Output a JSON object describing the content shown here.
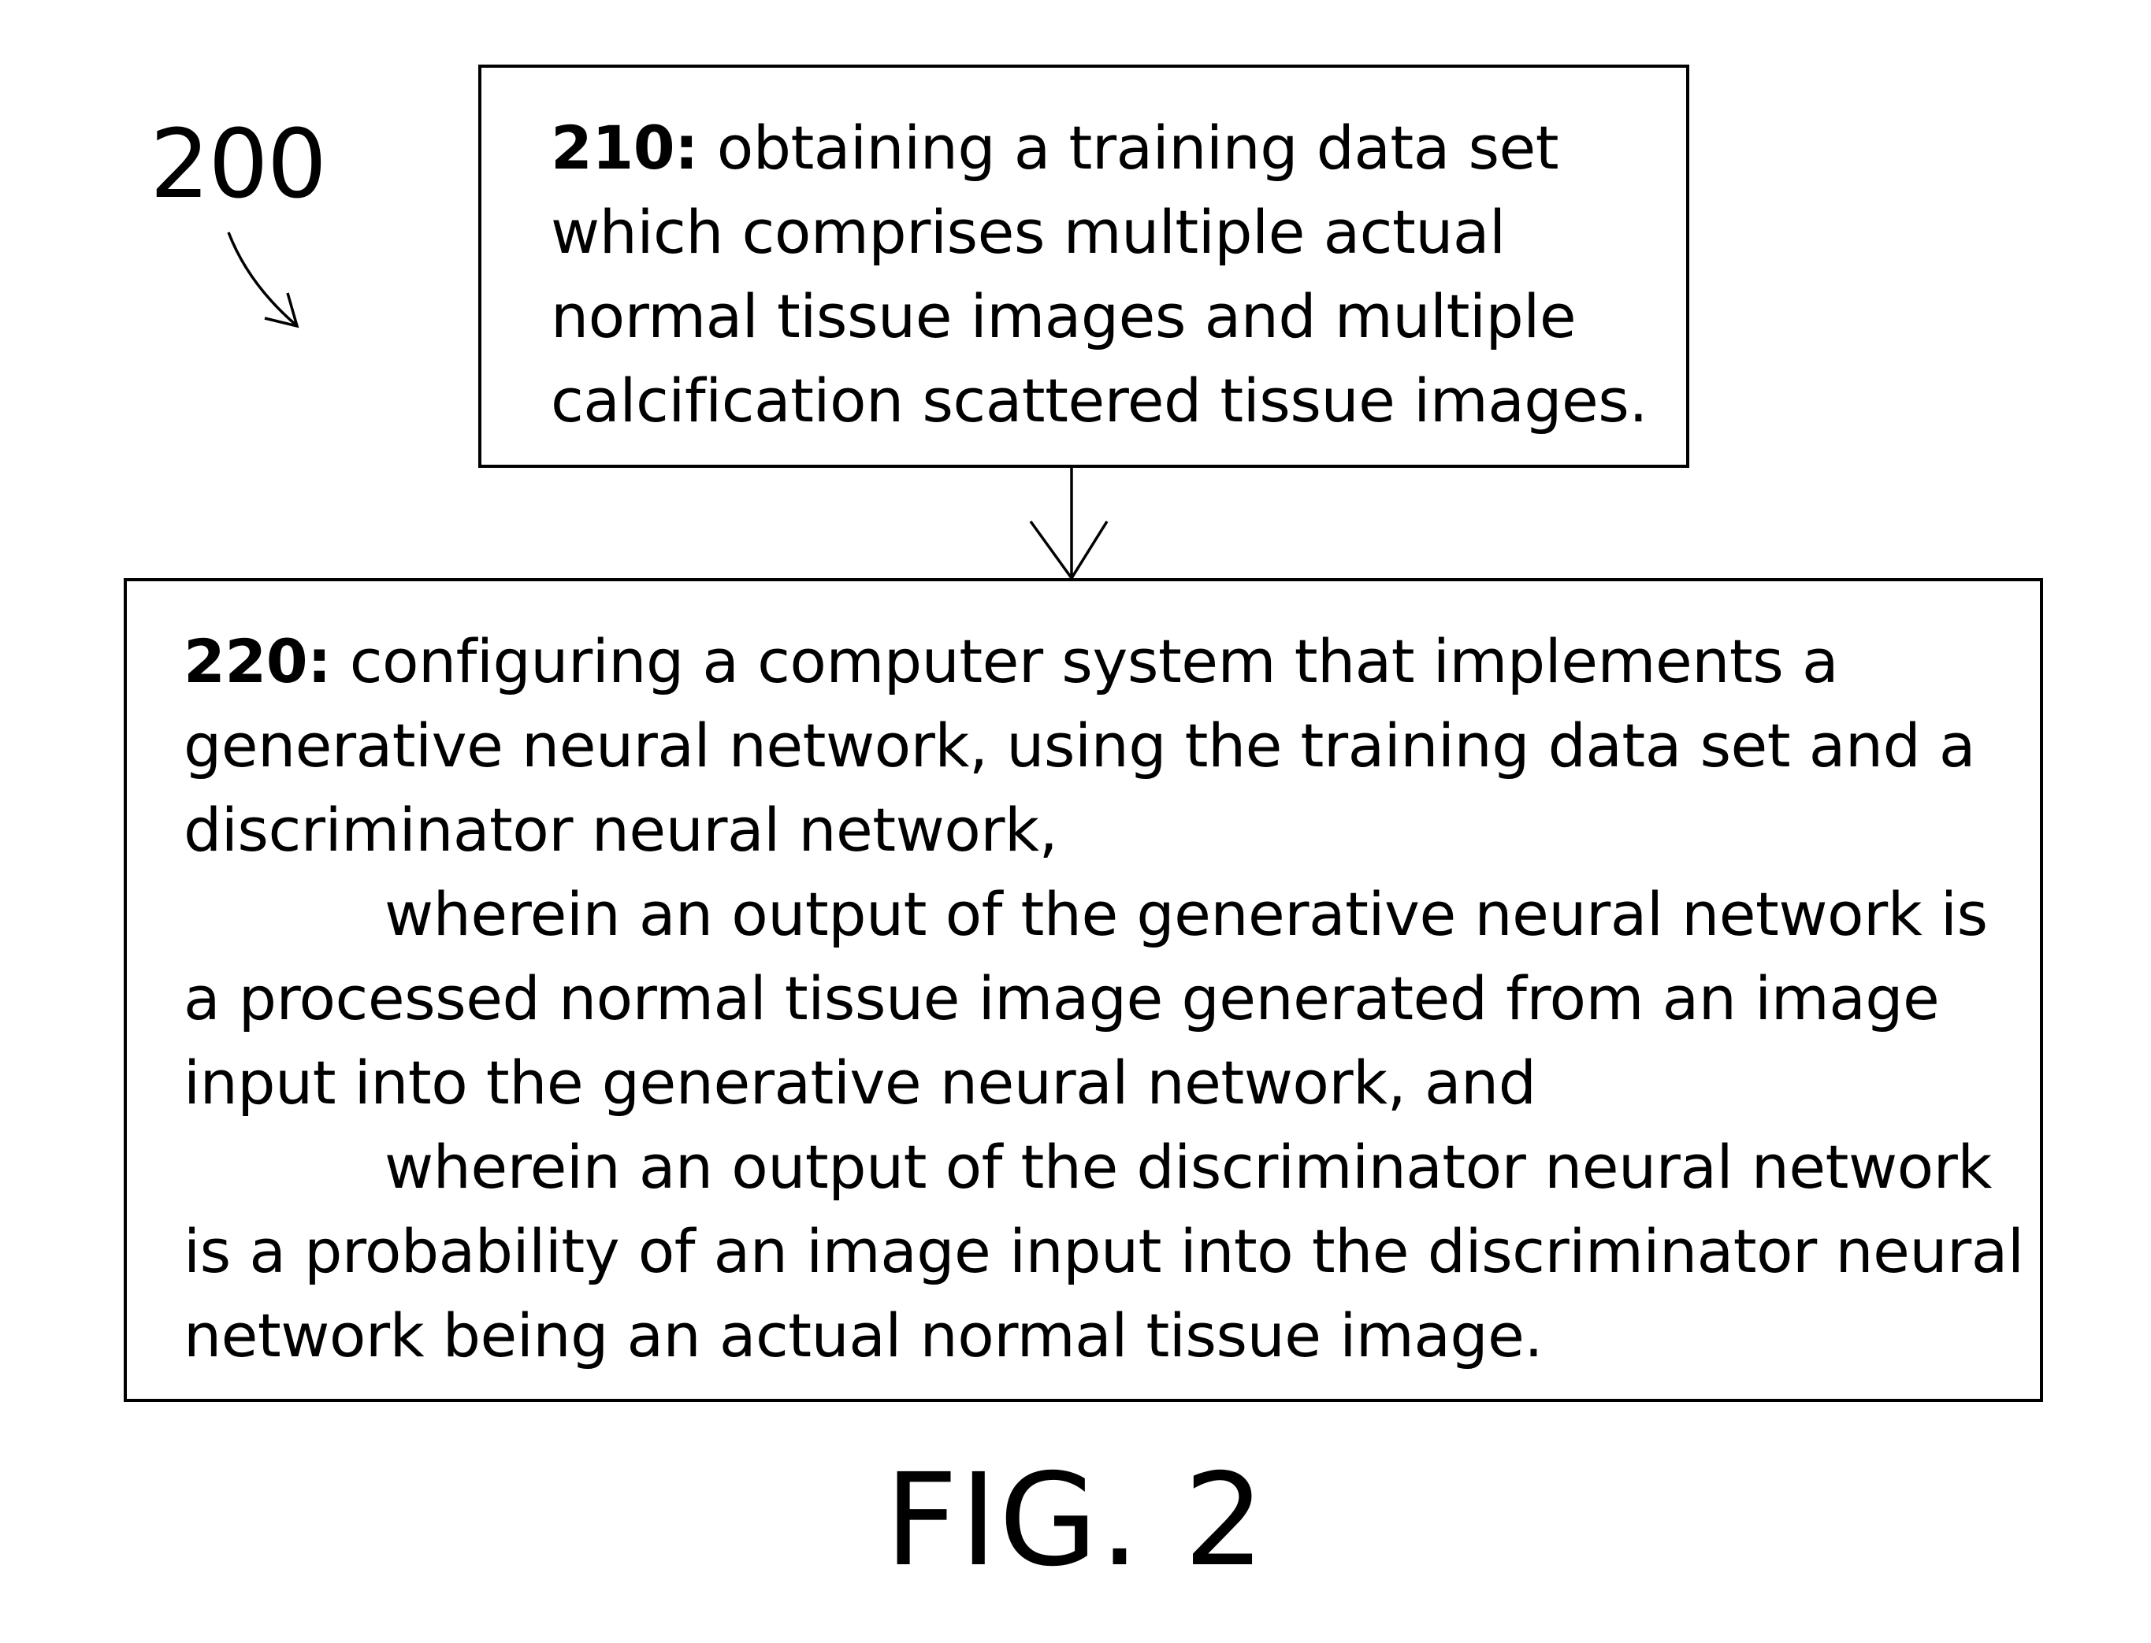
{
  "reference_numeral": "200",
  "steps": [
    {
      "number": "210:",
      "lines": [
        " obtaining a training data set",
        "which comprises multiple actual",
        "normal tissue images and multiple",
        "calcification scattered tissue images."
      ]
    },
    {
      "number": "220:",
      "lines": [
        " configuring a computer system that implements a",
        "generative neural network, using the training data set and a",
        "discriminator neural network,",
        "wherein an output of the generative neural network is",
        "a processed normal tissue image generated from an image",
        "input into the generative neural network, and",
        "wherein an output of the discriminator neural network",
        "is a probability of an image input into the discriminator neural",
        "network being an actual normal tissue image."
      ]
    }
  ],
  "figure_label": "FIG. 2"
}
